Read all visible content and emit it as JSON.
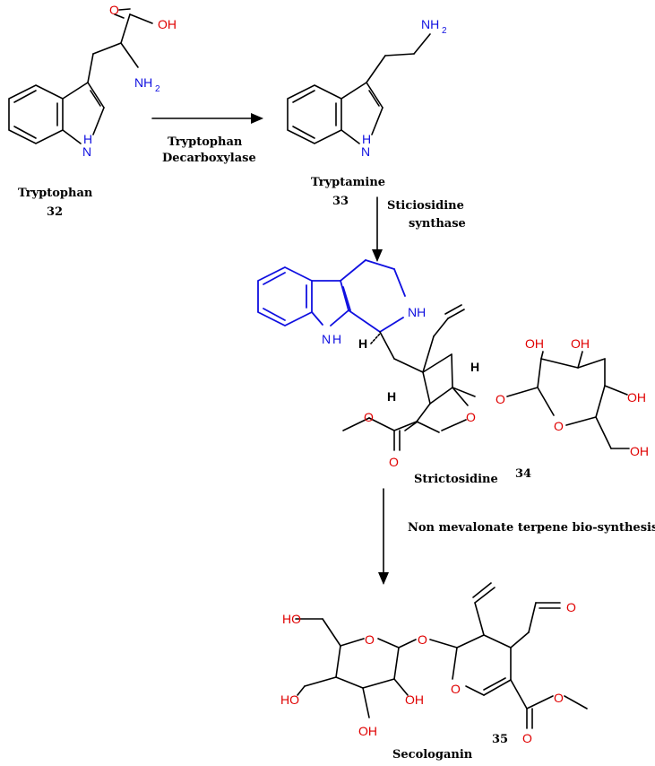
{
  "colors": {
    "carbon": "#000000",
    "oxygen": "#e00000",
    "nitrogen": "#1010e0",
    "background": "#ffffff"
  },
  "compounds": {
    "tryptophan": {
      "name": "Tryptophan",
      "number": "32"
    },
    "tryptamine": {
      "name": "Tryptamine",
      "number": "33"
    },
    "strictosidine": {
      "name": "Strictosidine",
      "number": "34"
    },
    "secologanin": {
      "name": "Secologanin",
      "number": "35"
    }
  },
  "arrows": {
    "step1": {
      "line1": "Tryptophan",
      "line2": "Decarboxylase"
    },
    "step2": {
      "line1": "Sticiosidine",
      "line2": "synthase"
    },
    "step3": {
      "line1": "Non mevalonate terpene bio-synthesis"
    }
  },
  "atoms": {
    "O": "O",
    "OH": "OH",
    "HO": "HO",
    "NH2": "NH",
    "sub2": "2",
    "NH": "NH",
    "N": "N",
    "H": "H"
  }
}
